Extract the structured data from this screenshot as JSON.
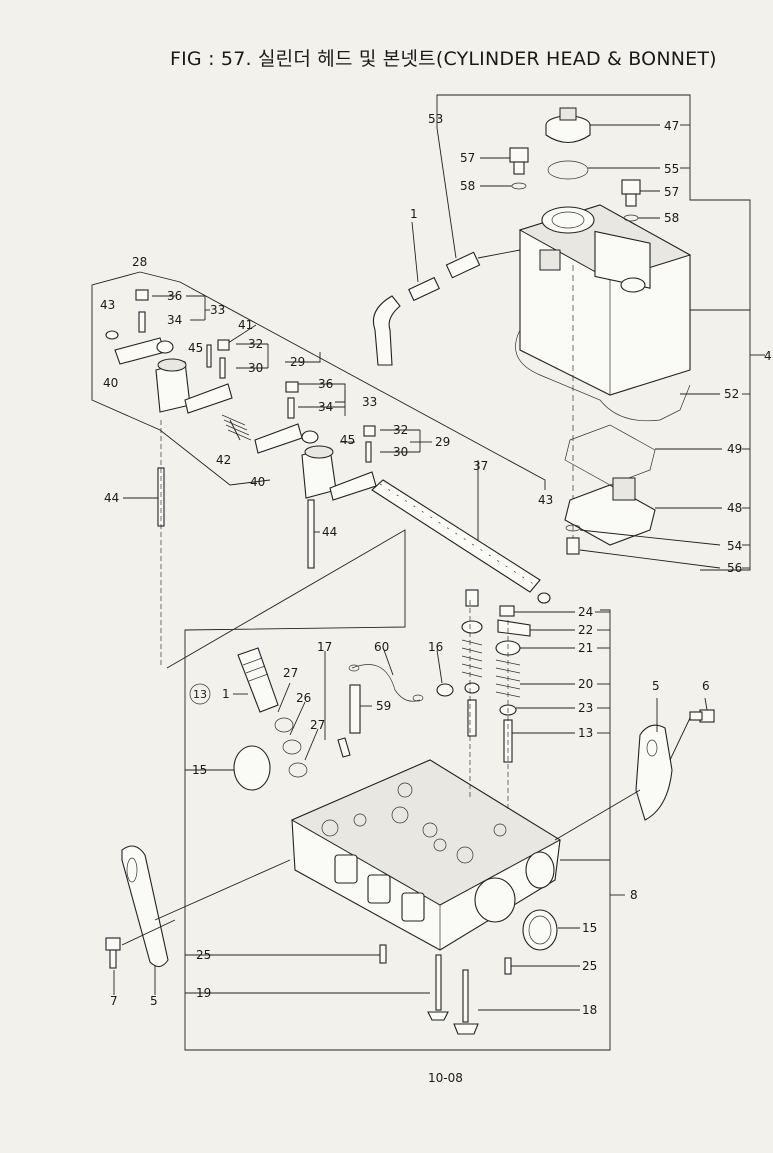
{
  "figure": {
    "title": "FIG : 57. 실린더 헤드 및 본넷트(CYLINDER HEAD & BONNET)",
    "page_number": "10-08"
  },
  "callouts": {
    "c1": "1",
    "c4": "4",
    "c5a": "5",
    "c5b": "5",
    "c6": "6",
    "c7": "7",
    "c8": "8",
    "c13a": "13",
    "c13b": "1",
    "c13c": "13",
    "c15a": "15",
    "c15b": "15",
    "c16": "16",
    "c17": "17",
    "c18": "18",
    "c19": "19",
    "c20": "20",
    "c21": "21",
    "c22": "22",
    "c23": "23",
    "c24": "24",
    "c25a": "25",
    "c25b": "25",
    "c26": "26",
    "c27a": "27",
    "c27b": "27",
    "c28": "28",
    "c29a": "29",
    "c29b": "29",
    "c30a": "30",
    "c30b": "30",
    "c32a": "32",
    "c32b": "32",
    "c33a": "33",
    "c33b": "33",
    "c34a": "34",
    "c34b": "34",
    "c36a": "36",
    "c36b": "36",
    "c37": "37",
    "c40a": "40",
    "c40b": "40",
    "c41": "41",
    "c42": "42",
    "c43a": "43",
    "c43b": "43",
    "c44a": "44",
    "c44b": "44",
    "c45a": "45",
    "c45b": "45",
    "c47": "47",
    "c48": "48",
    "c49": "49",
    "c52": "52",
    "c53": "53",
    "c54": "54",
    "c55": "55",
    "c56": "56",
    "c57a": "57",
    "c57b": "57",
    "c58a": "58",
    "c58b": "58",
    "c59": "59",
    "c60": "60"
  }
}
